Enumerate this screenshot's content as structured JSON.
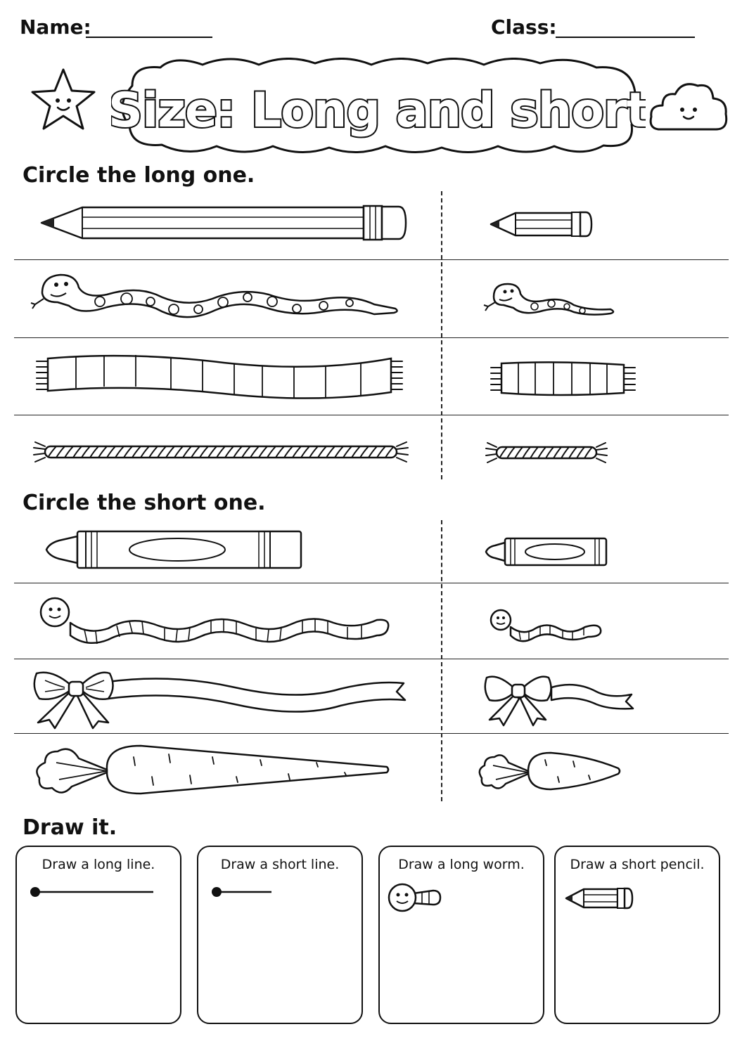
{
  "header": {
    "name_label": "Name:",
    "class_label": "Class:"
  },
  "title": "Size: Long and short",
  "sections": [
    {
      "heading": "Circle the long one.",
      "rows": [
        {
          "left": "pencil-long",
          "right": "pencil-short"
        },
        {
          "left": "snake-long",
          "right": "snake-short"
        },
        {
          "left": "scarf-long",
          "right": "scarf-short"
        },
        {
          "left": "rope-long",
          "right": "rope-short"
        }
      ]
    },
    {
      "heading": "Circle the short one.",
      "rows": [
        {
          "left": "crayon-long",
          "right": "crayon-short"
        },
        {
          "left": "worm-long",
          "right": "worm-short"
        },
        {
          "left": "ribbon-long",
          "right": "ribbon-short"
        },
        {
          "left": "carrot-long",
          "right": "carrot-short"
        }
      ]
    }
  ],
  "draw": {
    "heading": "Draw it.",
    "boxes": [
      {
        "label": "Draw a long line.",
        "icon": "dot-line-long-icon"
      },
      {
        "label": "Draw a short line.",
        "icon": "dot-line-short-icon"
      },
      {
        "label": "Draw a long worm.",
        "icon": "worm-head-icon"
      },
      {
        "label": "Draw a short pencil.",
        "icon": "pencil-icon"
      }
    ]
  },
  "decorations": [
    "star-icon",
    "cloud-icon"
  ]
}
